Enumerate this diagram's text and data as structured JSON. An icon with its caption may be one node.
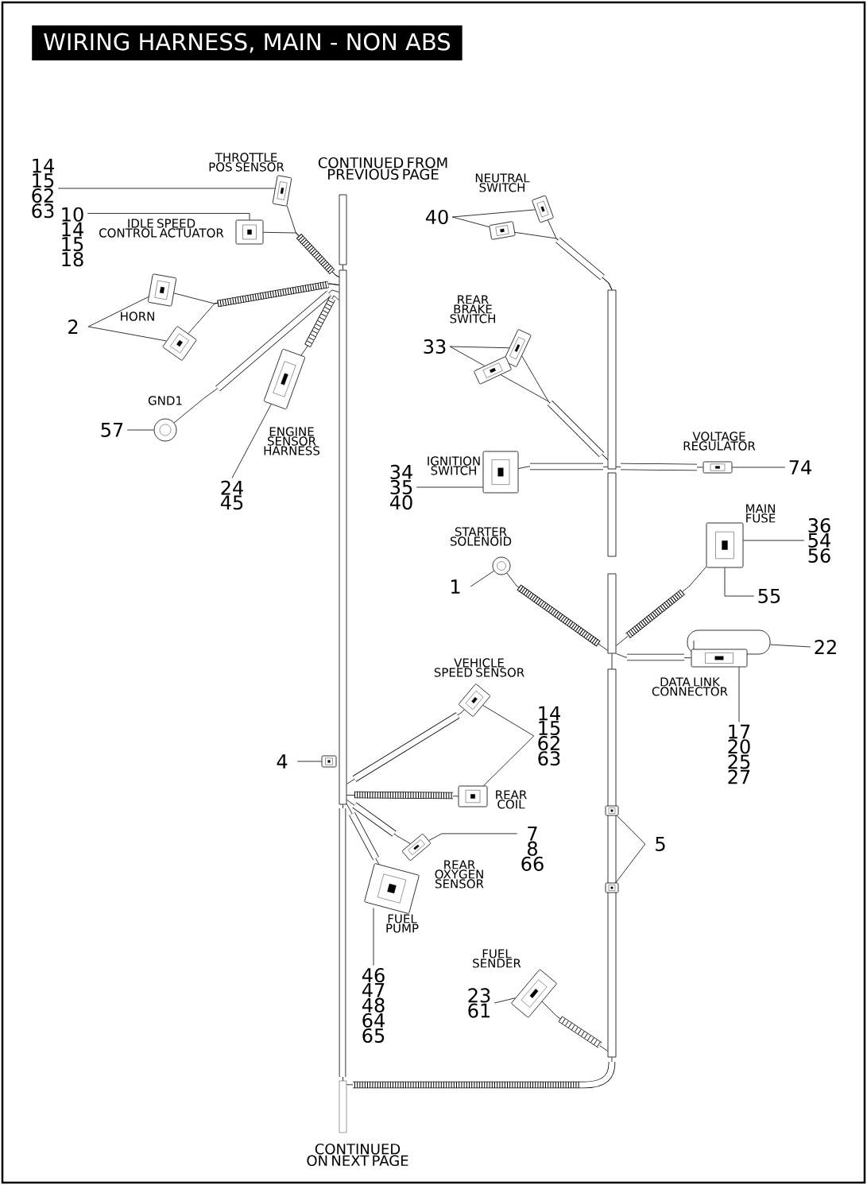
{
  "diagram": {
    "title": "WIRING HARNESS, MAIN - NON ABS",
    "nodes": [
      {
        "text": [
          "14 15 62 63"
        ]
      },
      {
        "text": [
          "10 14 15 18"
        ]
      },
      {
        "text": [
          "2"
        ]
      },
      {
        "text": [
          "57"
        ]
      },
      {
        "text": [
          "24 45"
        ]
      },
      {
        "text": [
          "40"
        ]
      },
      {
        "text": [
          "33"
        ]
      },
      {
        "text": [
          "34 35 40"
        ]
      },
      {
        "text": [
          "74"
        ]
      },
      {
        "text": [
          "36 54 56"
        ]
      },
      {
        "text": [
          "55"
        ]
      },
      {
        "text": [
          "1"
        ]
      },
      {
        "text": [
          "22"
        ]
      },
      {
        "text": [
          "17 20 25 27"
        ]
      },
      {
        "text": [
          "14 15 62 63"
        ]
      },
      {
        "text": [
          "4"
        ]
      },
      {
        "text": [
          "7 8 66"
        ]
      },
      {
        "text": [
          "46 47 48 64 65"
        ]
      },
      {
        "text": [
          "5"
        ]
      },
      {
        "text": [
          "23 61"
        ]
      },
      {
        "text": [],
        "shape": "picture",
        "beside": [
          "THROTTLE POS SENSOR"
        ]
      },
      {
        "text": [],
        "shape": "picture",
        "beside": [
          "IDLE SPEED CONTROL ACTUATOR"
        ]
      },
      {
        "text": [],
        "shape": "picture",
        "beside": [
          "HORN"
        ]
      },
      {
        "text": [],
        "shape": "picture"
      },
      {
        "text": [],
        "shape": "circle",
        "beside": [
          "GND1"
        ]
      },
      {
        "text": [],
        "shape": "picture",
        "beside": [
          "ENGINE SENSOR HARNESS"
        ]
      },
      {
        "text": [],
        "shape": "picture",
        "beside": [
          "NEUTRAL SWITCH"
        ]
      },
      {
        "text": [],
        "shape": "picture"
      },
      {
        "text": [],
        "shape": "picture",
        "beside": [
          "REAR BRAKE SWITCH"
        ]
      },
      {
        "text": [],
        "shape": "picture"
      },
      {
        "text": [],
        "shape": "picture",
        "beside": [
          "IGNITION SWITCH"
        ]
      },
      {
        "text": [],
        "shape": "picture",
        "beside": [
          "VOLTAGE REGULATOR"
        ]
      },
      {
        "text": [],
        "shape": "picture",
        "beside": [
          "MAIN FUSE"
        ]
      },
      {
        "text": [],
        "shape": "circle",
        "beside": [
          "STARTER SOLENOID"
        ]
      },
      {
        "text": [],
        "shape": "picture"
      },
      {
        "text": [],
        "shape": "picture",
        "beside": [
          "DATA LINK CONNECTOR"
        ]
      },
      {
        "text": [],
        "shape": "picture",
        "beside": [
          "VEHICLE SPEED SENSOR"
        ]
      },
      {
        "text": [],
        "shape": "picture",
        "beside": [
          "REAR COIL"
        ]
      },
      {
        "text": [],
        "shape": "picture"
      },
      {
        "text": [],
        "shape": "picture",
        "beside": [
          "REAR OXYGEN SENSOR"
        ]
      },
      {
        "text": [],
        "shape": "picture",
        "beside": [
          "FUEL PUMP"
        ]
      },
      {
        "text": [],
        "shape": "picture",
        "in": 48
      },
      {
        "text": [],
        "shape": "picture",
        "in": 48
      },
      {
        "text": [],
        "shape": "picture",
        "beside": [
          "FUEL SENDER"
        ]
      },
      {
        "text": [],
        "shape": "bar"
      },
      {
        "text": [],
        "shape": "bar"
      },
      {
        "text": [],
        "shape": "bar"
      },
      {
        "text": [],
        "shape": "bar"
      },
      {
        "text": [],
        "shape": "bar"
      },
      {
        "text": [],
        "shape": "bar",
        "beside": [
          "CONTINUED FROM PREVIOUS PAGE"
        ]
      },
      {
        "text": [],
        "shape": "bar",
        "beside": [
          "CONTINUED ON NEXT PAGE"
        ]
      }
    ],
    "edges": [
      {
        "from": 0,
        "to": 20,
        "arrow": "none"
      },
      {
        "from": 1,
        "to": 21,
        "arrow": "none"
      },
      {
        "from": 2,
        "to": 22,
        "arrow": "none"
      },
      {
        "from": 2,
        "to": 23,
        "arrow": "none"
      },
      {
        "from": 3,
        "to": 24,
        "arrow": "none"
      },
      {
        "from": 4,
        "to": 25,
        "arrow": "none"
      },
      {
        "from": 5,
        "to": 26,
        "arrow": "none"
      },
      {
        "from": 5,
        "to": 27,
        "arrow": "none"
      },
      {
        "from": 6,
        "to": 28,
        "arrow": "none"
      },
      {
        "from": 6,
        "to": 29,
        "arrow": "none"
      },
      {
        "from": 7,
        "to": 30,
        "arrow": "none"
      },
      {
        "from": 8,
        "to": 31,
        "arrow": "none"
      },
      {
        "from": 9,
        "to": 32,
        "arrow": "none"
      },
      {
        "from": 10,
        "to": 32,
        "arrow": "none"
      },
      {
        "from": 11,
        "to": 33,
        "arrow": "none"
      },
      {
        "from": 12,
        "to": 34,
        "arrow": "none"
      },
      {
        "from": 13,
        "to": 35,
        "arrow": "none"
      },
      {
        "from": 14,
        "to": 36,
        "arrow": "none"
      },
      {
        "from": 14,
        "to": 37,
        "arrow": "none"
      },
      {
        "from": 15,
        "to": 38,
        "arrow": "none"
      },
      {
        "from": 16,
        "to": 39,
        "arrow": "none"
      },
      {
        "from": 17,
        "to": 40,
        "arrow": "none"
      },
      {
        "from": 18,
        "to": 41,
        "arrow": "none"
      },
      {
        "from": 18,
        "to": 42,
        "arrow": "none"
      },
      {
        "from": 19,
        "to": 43,
        "arrow": "none"
      },
      {
        "from": 20,
        "to": 44,
        "arrow": "none"
      },
      {
        "from": 21,
        "to": 44,
        "arrow": "none"
      },
      {
        "from": 22,
        "to": 44,
        "arrow": "none"
      },
      {
        "from": 23,
        "to": 44,
        "arrow": "none"
      },
      {
        "from": 24,
        "to": 44,
        "arrow": "none"
      },
      {
        "from": 25,
        "to": 44,
        "arrow": "none"
      },
      {
        "from": 26,
        "to": 45,
        "arrow": "none"
      },
      {
        "from": 27,
        "to": 45,
        "arrow": "none"
      },
      {
        "from": 28,
        "to": 45,
        "arrow": "none"
      },
      {
        "from": 29,
        "to": 45,
        "arrow": "none"
      },
      {
        "from": 30,
        "to": 45,
        "arrow": "none"
      },
      {
        "from": 31,
        "to": 45,
        "arrow": "none"
      },
      {
        "from": 32,
        "to": 47,
        "arrow": "none"
      },
      {
        "from": 33,
        "to": 47,
        "arrow": "none"
      },
      {
        "from": 35,
        "to": 47,
        "arrow": "none"
      },
      {
        "from": 36,
        "to": 44,
        "arrow": "none"
      },
      {
        "from": 37,
        "to": 44,
        "arrow": "none"
      },
      {
        "from": 39,
        "to": 44,
        "arrow": "none"
      },
      {
        "from": 40,
        "to": 44,
        "arrow": "none"
      },
      {
        "from": 43,
        "to": 48,
        "arrow": "none"
      },
      {
        "from": 49,
        "to": 44,
        "arrow": "none"
      },
      {
        "from": 44,
        "to": 50,
        "arrow": "none"
      },
      {
        "from": 50,
        "to": 48,
        "arrow": "none"
      },
      {
        "from": 48,
        "to": 47,
        "arrow": "none"
      }
    ]
  }
}
